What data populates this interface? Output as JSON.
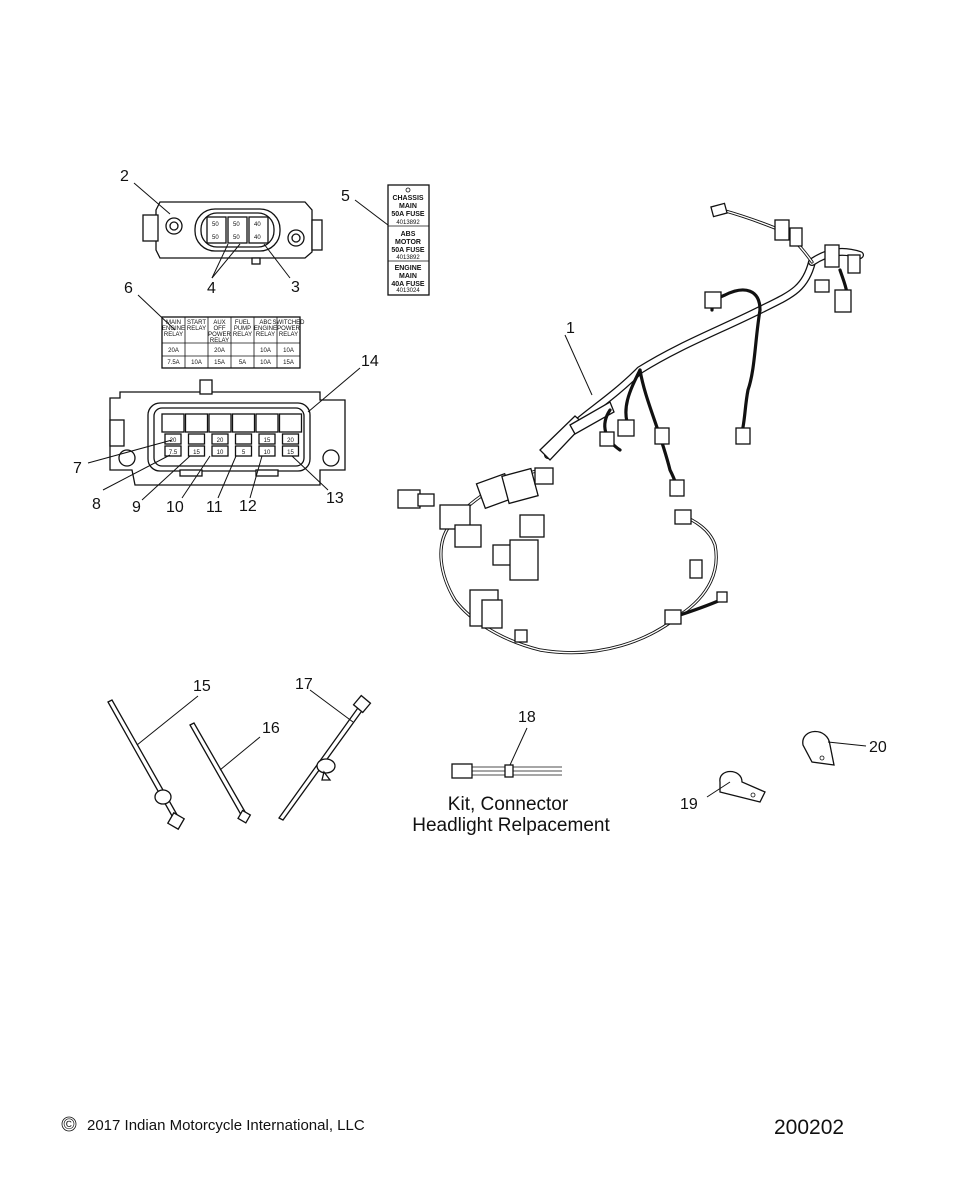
{
  "callouts": [
    "1",
    "2",
    "3",
    "4",
    "5",
    "6",
    "7",
    "8",
    "9",
    "10",
    "11",
    "12",
    "13",
    "14",
    "15",
    "16",
    "17",
    "18",
    "19",
    "20"
  ],
  "fuse_label": {
    "line1": "CHASSIS",
    "line2": "MAIN",
    "line3": "50A  FUSE",
    "part1": "4013892",
    "line4": "ABS",
    "line5": "MOTOR",
    "line6": "50A  FUSE",
    "part2": "4013892",
    "line7": "ENGINE",
    "line8": "MAIN",
    "line9": "40A  FUSE",
    "part3": "4013024"
  },
  "relay_block": {
    "fuse_a": "50",
    "fuse_b": "50",
    "fuse_c": "40"
  },
  "relay_label": {
    "headers": [
      "MAIN ENGINE RELAY",
      "START RELAY",
      "AUX OFF POWER RELAY",
      "FUEL PUMP RELAY",
      "ABC ENGINE RELAY",
      "SWITCHED POWER RELAY"
    ],
    "row1": [
      "20A",
      "20A",
      "",
      "10A",
      "10A"
    ],
    "row2": [
      "7.5A",
      "10A",
      "15A",
      "5A",
      "10A",
      "15A"
    ]
  },
  "fuse_box": {
    "top_values": [
      "20",
      "",
      "20",
      "",
      "15",
      "20"
    ],
    "bottom_values": [
      "7.5",
      "15",
      "10",
      "5",
      "10",
      "15"
    ]
  },
  "kit": {
    "line1": "Kit, Connector",
    "line2": "Headlight Relpacement"
  },
  "footer": {
    "copyright_symbol": "©",
    "copyright": "2017 Indian Motorcycle International, LLC",
    "code": "200202"
  }
}
